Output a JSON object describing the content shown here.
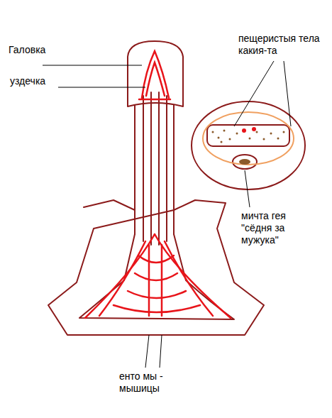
{
  "diagram": {
    "labels": [
      "Галовка",
      "уздечка",
      "пещеристыя тела какия-та",
      "мичта гея \"сёдня за мужука\"",
      "енто мы - мышицы"
    ]
  }
}
